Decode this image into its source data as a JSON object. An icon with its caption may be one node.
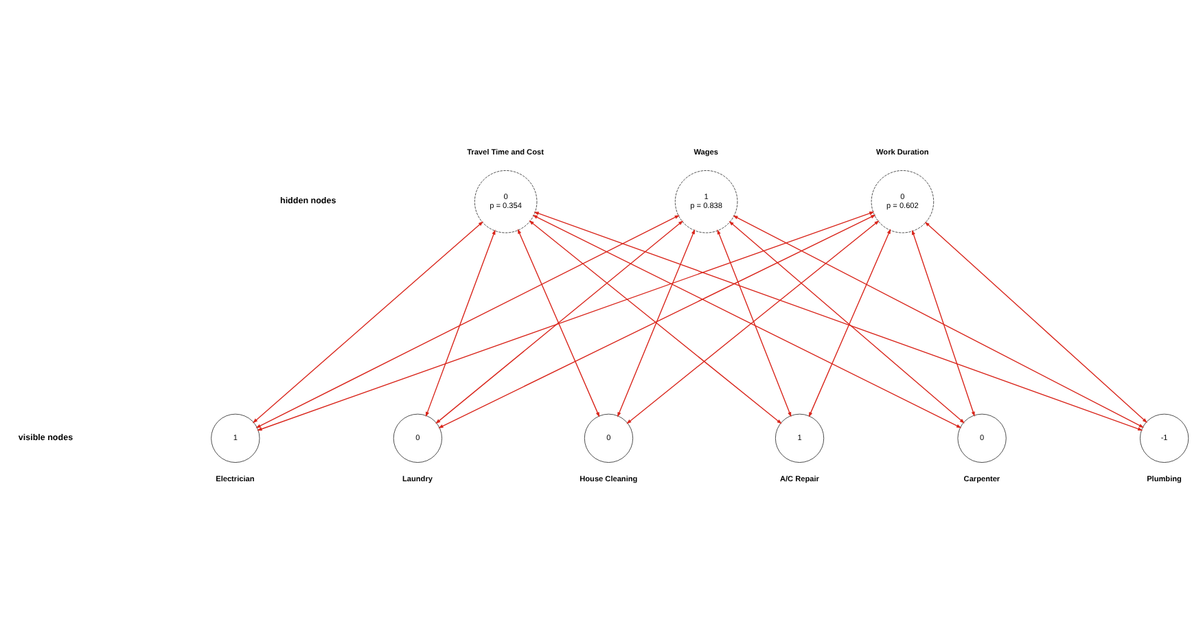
{
  "diagram": {
    "nodes": [
      {
        "text": [
          "0",
          "p = 0.354"
        ],
        "beside": [
          "Travel Time and Cost"
        ]
      },
      {
        "text": [
          "1",
          "p = 0.838"
        ],
        "beside": [
          "Wages"
        ]
      },
      {
        "text": [
          "0",
          "p = 0.602"
        ],
        "beside": [
          "Work Duration"
        ]
      },
      {
        "text": [
          "1"
        ],
        "beside": [
          "Electrician"
        ]
      },
      {
        "text": [
          "0"
        ],
        "beside": [
          "Laundry"
        ]
      },
      {
        "text": [
          "0"
        ],
        "beside": [
          "House Cleaning"
        ]
      },
      {
        "text": [
          "1"
        ],
        "beside": [
          "A/C Repair"
        ]
      },
      {
        "text": [
          "0"
        ],
        "beside": [
          "Carpenter"
        ]
      },
      {
        "text": [
          "-1"
        ],
        "beside": [
          "Plumbing"
        ]
      }
    ],
    "edges": [
      {
        "from": 0,
        "to": 3,
        "arrow": "both"
      },
      {
        "from": 0,
        "to": 4,
        "arrow": "both"
      },
      {
        "from": 0,
        "to": 5,
        "arrow": "both"
      },
      {
        "from": 0,
        "to": 6,
        "arrow": "both"
      },
      {
        "from": 0,
        "to": 7,
        "arrow": "both"
      },
      {
        "from": 0,
        "to": 8,
        "arrow": "both"
      },
      {
        "from": 1,
        "to": 3,
        "arrow": "both"
      },
      {
        "from": 1,
        "to": 4,
        "arrow": "both"
      },
      {
        "from": 1,
        "to": 5,
        "arrow": "both"
      },
      {
        "from": 1,
        "to": 6,
        "arrow": "both"
      },
      {
        "from": 1,
        "to": 7,
        "arrow": "both"
      },
      {
        "from": 1,
        "to": 8,
        "arrow": "both"
      },
      {
        "from": 2,
        "to": 3,
        "arrow": "both"
      },
      {
        "from": 2,
        "to": 4,
        "arrow": "both"
      },
      {
        "from": 2,
        "to": 5,
        "arrow": "both"
      },
      {
        "from": 2,
        "to": 6,
        "arrow": "both"
      },
      {
        "from": 2,
        "to": 7,
        "arrow": "both"
      },
      {
        "from": 2,
        "to": 8,
        "arrow": "both"
      }
    ],
    "labels": [
      "hidden nodes",
      "visible nodes"
    ]
  }
}
